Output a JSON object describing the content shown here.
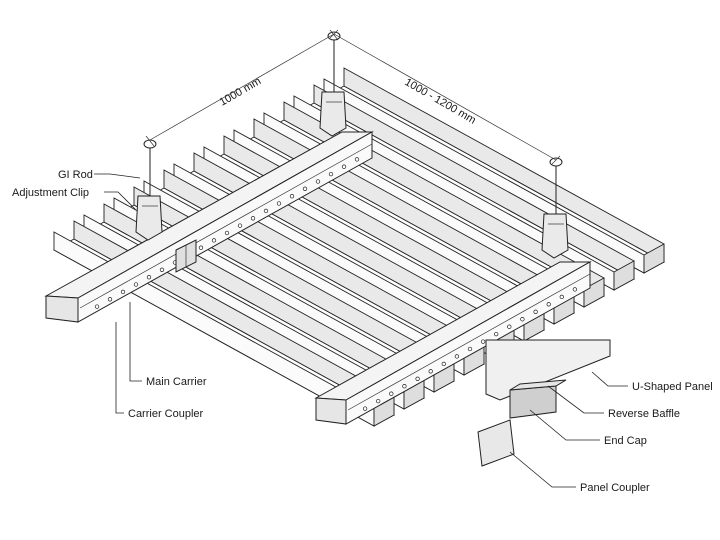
{
  "dimensions": {
    "rod_spacing": "1000 mm",
    "carrier_spacing": "1000 - 1200 mm"
  },
  "labels": {
    "gi_rod": "GI Rod",
    "adjustment_clip": "Adjustment Clip",
    "main_carrier": "Main Carrier",
    "carrier_coupler": "Carrier Coupler",
    "u_shaped_panel": "U-Shaped Panel",
    "reverse_baffle": "Reverse Baffle",
    "end_cap": "End Cap",
    "panel_coupler": "Panel Coupler"
  },
  "colors": {
    "line": "#222222",
    "panel_fill": "#ffffff",
    "carrier_fill": "#f2f2f2",
    "shade": "#d9d9d9"
  }
}
